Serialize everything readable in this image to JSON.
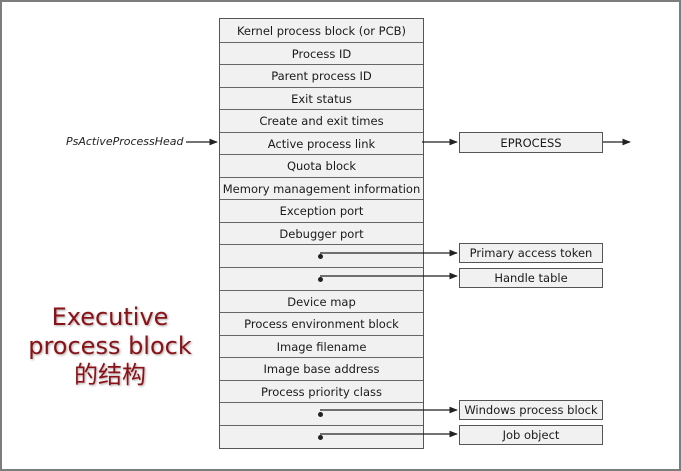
{
  "process_block": {
    "fields": [
      "Kernel process block (or PCB)",
      "Process ID",
      "Parent process ID",
      "Exit status",
      "Create and exit times",
      "Active process link",
      "Quota block",
      "Memory management information",
      "Exception port",
      "Debugger port",
      "",
      "",
      "Device map",
      "Process environment block",
      "Image filename",
      "Image base address",
      "Process priority class",
      "",
      ""
    ]
  },
  "external_label": "PsActiveProcessHead",
  "linked_boxes": {
    "eprocess": "EPROCESS",
    "primary_access_token": "Primary access token",
    "handle_table": "Handle table",
    "windows_process_block": "Windows process block",
    "job_object": "Job object"
  },
  "caption": {
    "line1": "Executive",
    "line2": "process block",
    "line3": "的结构"
  },
  "colors": {
    "caption": "#8b1116",
    "box_fill": "#f1f1f1",
    "border": "#555555"
  }
}
